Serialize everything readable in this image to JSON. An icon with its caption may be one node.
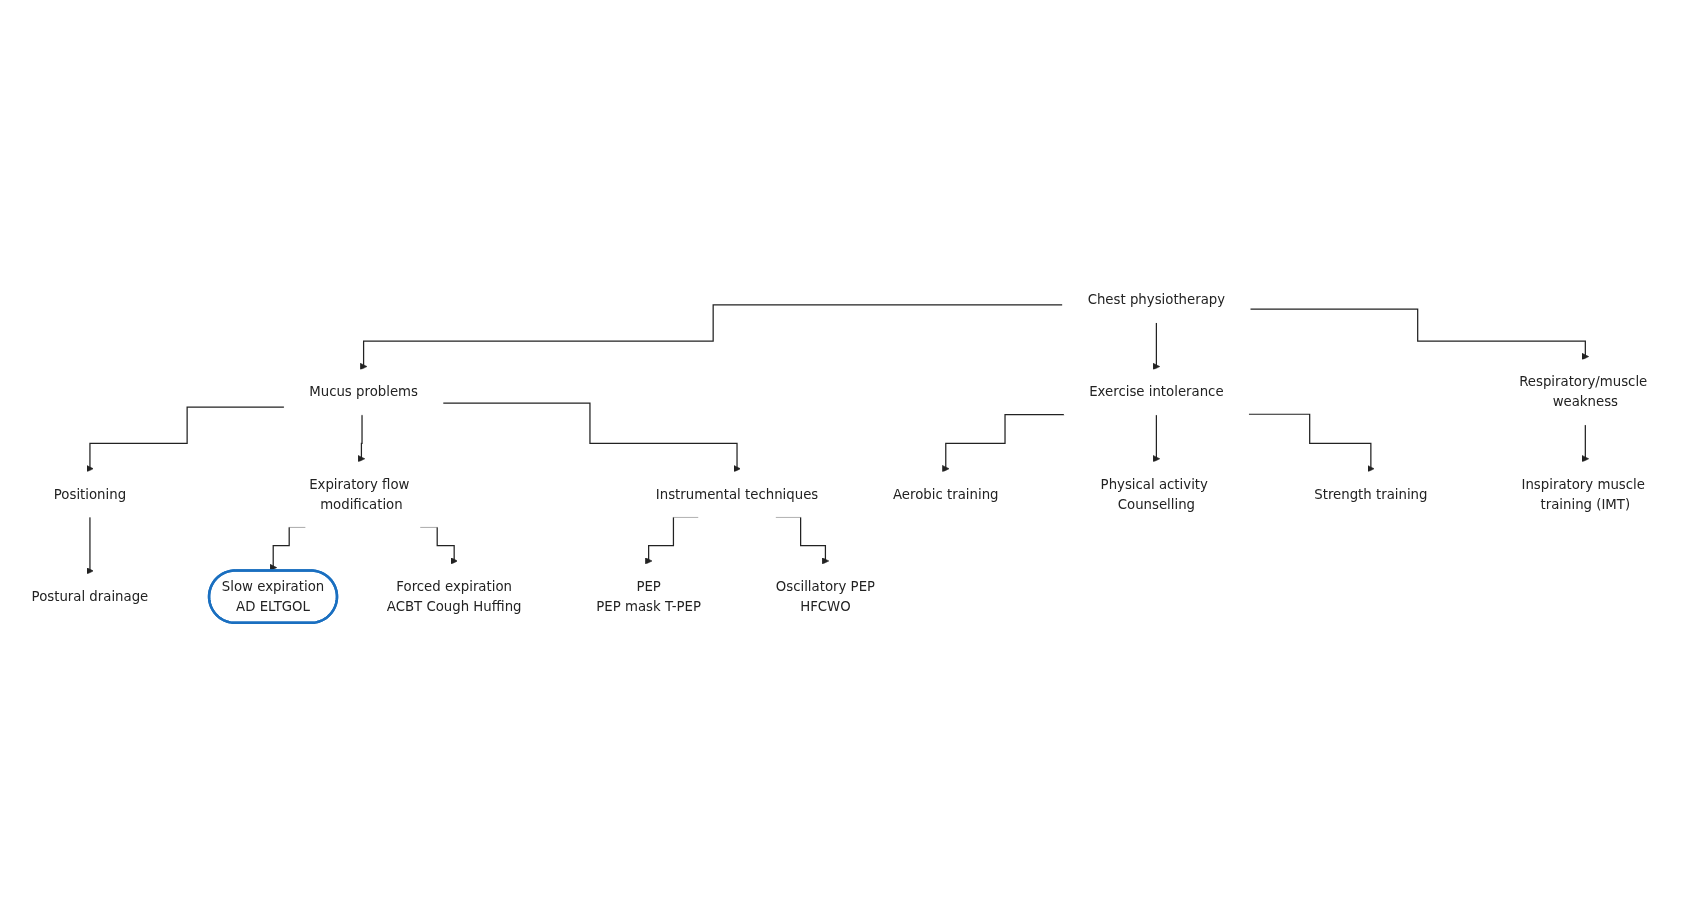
{
  "diagram": {
    "nodes": [
      {
        "text": [
          "Chest physiotherapy"
        ]
      },
      {
        "text": [
          "Mucus problems"
        ]
      },
      {
        "text": [
          "Exercise intolerance"
        ]
      },
      {
        "text": [
          "Respiratory/muscle weakness"
        ]
      },
      {
        "text": [
          "Positioning"
        ]
      },
      {
        "text": [
          "Expiratory flow modification"
        ]
      },
      {
        "text": [
          "Instrumental techniques"
        ]
      },
      {
        "text": [
          "Aerobic training"
        ]
      },
      {
        "text": [
          "Physical activity Counselling"
        ]
      },
      {
        "text": [
          "Strength training"
        ]
      },
      {
        "text": [
          "Inspiratory muscle training (IMT)"
        ]
      },
      {
        "text": [
          "Postural drainage"
        ]
      },
      {
        "text": [
          "Slow expiration",
          "AD ELTGOL"
        ]
      },
      {
        "text": [
          "Forced expiration",
          "ACBT Cough Huffing"
        ]
      },
      {
        "text": [
          "PEP",
          "PEP mask T-PEP"
        ]
      },
      {
        "text": [
          "Oscillatory PEP",
          "HFCWO"
        ]
      }
    ],
    "edges": [
      {
        "from": 0,
        "to": 1,
        "arrow": "to"
      },
      {
        "from": 0,
        "to": 2,
        "arrow": "to"
      },
      {
        "from": 0,
        "to": 3,
        "arrow": "to"
      },
      {
        "from": 1,
        "to": 4,
        "arrow": "to"
      },
      {
        "from": 1,
        "to": 5,
        "arrow": "to"
      },
      {
        "from": 1,
        "to": 6,
        "arrow": "to"
      },
      {
        "from": 2,
        "to": 7,
        "arrow": "to"
      },
      {
        "from": 2,
        "to": 8,
        "arrow": "to"
      },
      {
        "from": 2,
        "to": 9,
        "arrow": "to"
      },
      {
        "from": 3,
        "to": 10,
        "arrow": "to"
      },
      {
        "from": 4,
        "to": 11,
        "arrow": "to"
      },
      {
        "from": 5,
        "to": 12,
        "arrow": "to"
      },
      {
        "from": 5,
        "to": 13,
        "arrow": "to"
      },
      {
        "from": 6,
        "to": 14,
        "arrow": "to"
      },
      {
        "from": 6,
        "to": 15,
        "arrow": "to"
      }
    ]
  }
}
